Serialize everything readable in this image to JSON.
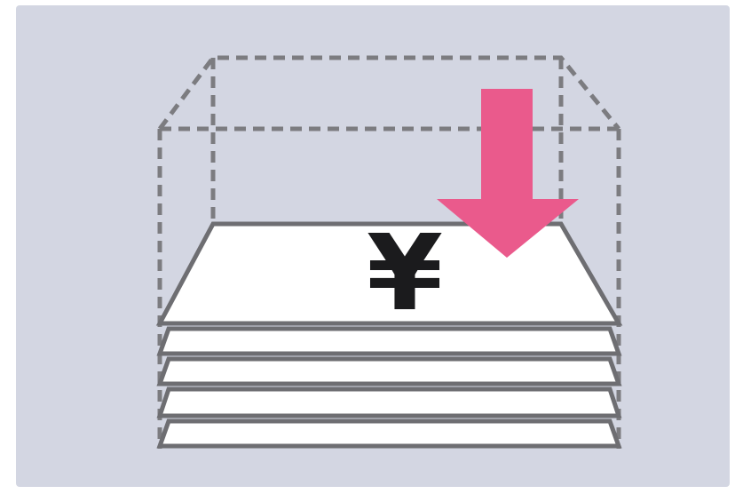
{
  "diagram": {
    "symbol": "¥",
    "colors": {
      "background": "#d3d6e2",
      "dashed_outline": "#7c7c80",
      "sheet_fill": "#ffffff",
      "sheet_stroke": "#6e6e72",
      "symbol": "#1b1b1d",
      "arrow": "#ea5a8c"
    },
    "elements": [
      {
        "name": "dashed-box-outline",
        "kind": "outline",
        "style": "dashed"
      },
      {
        "name": "sheet-stack",
        "kind": "stack",
        "sheet_count": 5
      },
      {
        "name": "yen-symbol",
        "kind": "symbol"
      },
      {
        "name": "down-arrow-icon",
        "kind": "arrow",
        "direction": "down"
      }
    ]
  }
}
